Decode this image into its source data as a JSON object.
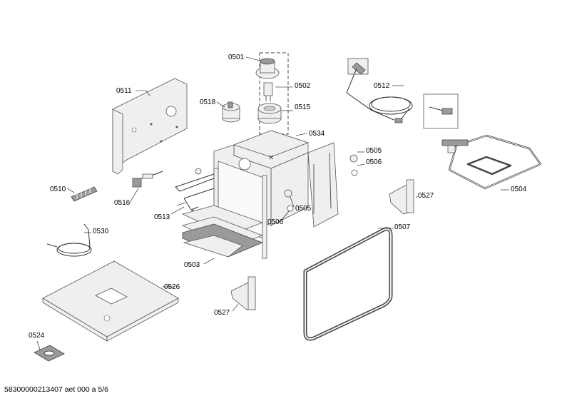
{
  "labels": {
    "l0501": "0501",
    "l0502": "0502",
    "l0503": "0503",
    "l0504": "0504",
    "l0505a": "0505",
    "l0505b": "0505",
    "l0506a": "0506",
    "l0506b": "0506",
    "l0507": "0507",
    "l0510": "0510",
    "l0511": "0511",
    "l0512": "0512",
    "l0513": "0513",
    "l0515": "0515",
    "l0516": "0516",
    "l0518": "0518",
    "l0524": "0524",
    "l0526": "0526",
    "l0527a": "0527",
    "l0527b": "0527",
    "l0530": "0530",
    "l0534": "0534"
  },
  "footer": {
    "document_id": "58300000213407 aet 000 a 5/6"
  }
}
